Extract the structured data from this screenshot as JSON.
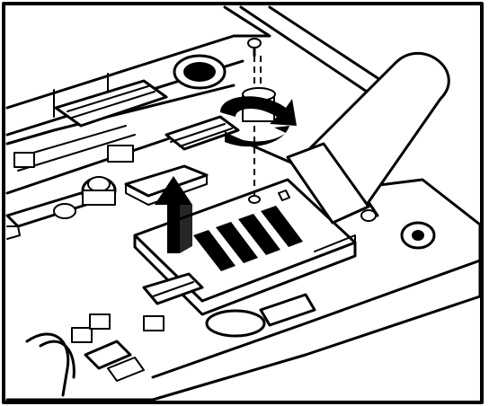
{
  "figure": {
    "kind": "line-art technical illustration",
    "ink_color": "#000000",
    "paper_color": "#ffffff",
    "depicts": [
      "circuit-board",
      "expansion-board-slot",
      "mounting-screw",
      "screwdriver",
      "lift-direction-arrow",
      "rotation-arrow"
    ]
  }
}
